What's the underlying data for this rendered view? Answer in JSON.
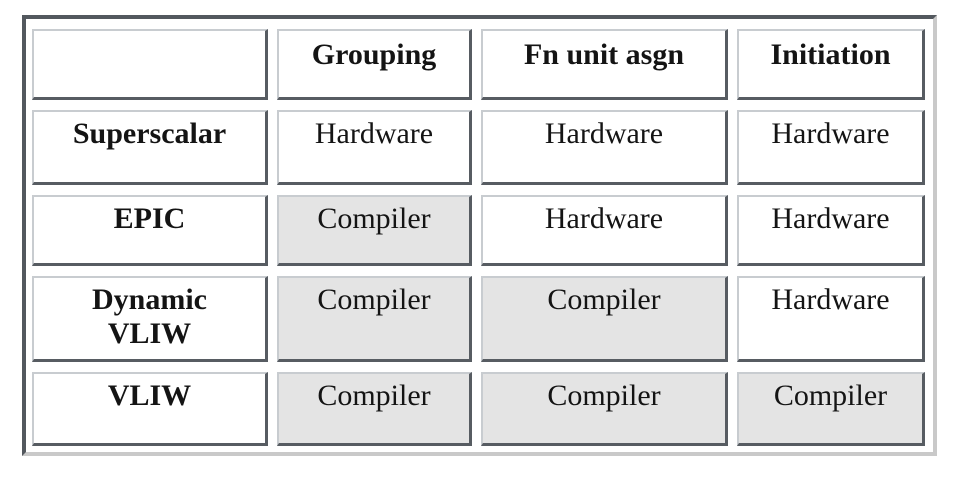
{
  "table": {
    "columns": [
      {
        "label": ""
      },
      {
        "label": "Grouping"
      },
      {
        "label": "Fn unit asgn"
      },
      {
        "label": "Initiation"
      }
    ],
    "rows": [
      {
        "label": "Superscalar",
        "cells": [
          {
            "text": "Hardware",
            "shaded": false
          },
          {
            "text": "Hardware",
            "shaded": false
          },
          {
            "text": "Hardware",
            "shaded": false
          }
        ]
      },
      {
        "label": "EPIC",
        "cells": [
          {
            "text": "Compiler",
            "shaded": true
          },
          {
            "text": "Hardware",
            "shaded": false
          },
          {
            "text": "Hardware",
            "shaded": false
          }
        ]
      },
      {
        "label": "Dynamic VLIW",
        "cells": [
          {
            "text": "Compiler",
            "shaded": true
          },
          {
            "text": "Compiler",
            "shaded": true
          },
          {
            "text": "Hardware",
            "shaded": false
          }
        ]
      },
      {
        "label": "VLIW",
        "cells": [
          {
            "text": "Compiler",
            "shaded": true
          },
          {
            "text": "Compiler",
            "shaded": true
          },
          {
            "text": "Compiler",
            "shaded": true
          }
        ]
      }
    ]
  },
  "colors": {
    "shaded_cell": "#e4e4e4",
    "plain_cell": "#ffffff",
    "cell_border_dark": "#575c62",
    "cell_border_light": "#c8ccd0",
    "frame_border_dark": "#53585e",
    "frame_border_light": "#c9c9c9",
    "text": "#141414",
    "page_bg": "#ffffff"
  }
}
